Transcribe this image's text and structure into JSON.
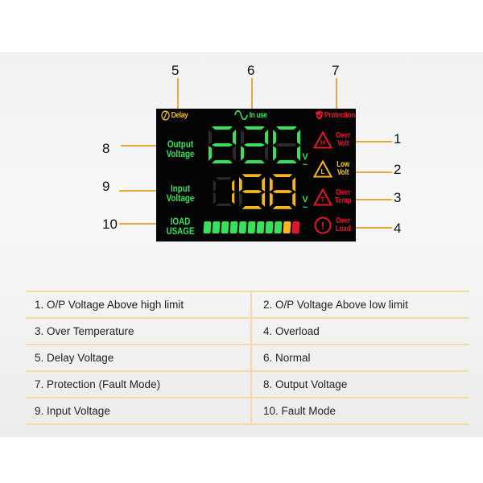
{
  "colors": {
    "callout_line": "#e7a93c",
    "lcd_bg": "#050505",
    "green": "#37e25a",
    "amber": "#f5b81c",
    "red": "#e8142b",
    "dim_segment": "#2a2a2a",
    "table_line": "#f3d9a8"
  },
  "callouts": {
    "top": [
      "5",
      "6",
      "7"
    ],
    "left": [
      "8",
      "9",
      "10"
    ],
    "right": [
      "1",
      "2",
      "3",
      "4"
    ]
  },
  "lcd": {
    "header": {
      "delay": {
        "icon": "clock-icon",
        "label": "Delay"
      },
      "in_use": {
        "icon": "sine-wave-icon",
        "label": "In use"
      },
      "protection": {
        "icon": "shield-icon",
        "label": "Protection"
      }
    },
    "labels": {
      "output_line1": "Output",
      "output_line2": "Voltage",
      "input_line1": "Input",
      "input_line2": "Voltage",
      "load_line1": "IOAD",
      "load_line2": "USAGE"
    },
    "output_voltage": {
      "digits": [
        "2",
        "2",
        "0"
      ],
      "unit": "V",
      "unit_sub": "~"
    },
    "input_voltage": {
      "digits": [
        "",
        "1",
        "9",
        "8"
      ],
      "unit": "V",
      "unit_sub": "~"
    },
    "load_bar": {
      "segments": [
        "green",
        "green",
        "green",
        "green",
        "green",
        "green",
        "green",
        "green",
        "green",
        "amber",
        "red"
      ]
    },
    "alerts": [
      {
        "icon": "triangle-h-icon",
        "letter": "H",
        "line1": "Over",
        "line2": "Volt",
        "color": "red"
      },
      {
        "icon": "triangle-l-icon",
        "letter": "L",
        "line1": "Low",
        "line2": "Volt",
        "color": "amber"
      },
      {
        "icon": "triangle-t-icon",
        "letter": "T",
        "line1": "Over",
        "line2": "Temp",
        "color": "red"
      },
      {
        "icon": "circle-exclamation-icon",
        "letter": "!",
        "line1": "Over",
        "line2": "Load",
        "color": "red"
      }
    ]
  },
  "legend": {
    "rows": [
      [
        "1. O/P Voltage Above high limit",
        "2. O/P Voltage Above low limit"
      ],
      [
        "3. Over Temperature",
        "4. Overload"
      ],
      [
        "5. Delay Voltage",
        "6. Normal"
      ],
      [
        "7. Protection (Fault Mode)",
        "8. Output Voltage"
      ],
      [
        "9. Input Voltage",
        "10. Fault Mode"
      ]
    ]
  }
}
